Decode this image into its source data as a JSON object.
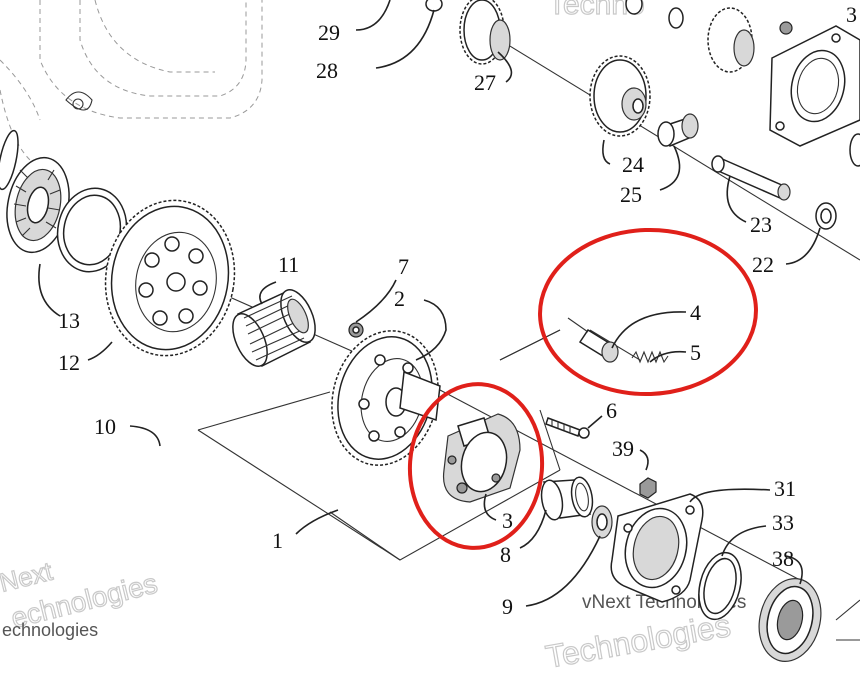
{
  "diagram": {
    "part_labels": {
      "p1": "1",
      "p2": "2",
      "p3": "3",
      "p4": "4",
      "p5": "5",
      "p6": "6",
      "p7": "7",
      "p8": "8",
      "p9": "9",
      "p10": "10",
      "p11": "11",
      "p12": "12",
      "p13": "13",
      "p22": "22",
      "p23": "23",
      "p24": "24",
      "p25": "25",
      "p27": "27",
      "p28": "28",
      "p29": "29",
      "p31": "31",
      "p33": "33",
      "p38": "38",
      "p39": "39",
      "p3top": "3"
    },
    "watermark": {
      "brand_top": "Techno",
      "brand_left_a": "Next",
      "brand_left_b": "echnologies",
      "brand_right_a": "vNext Technologies",
      "brand_right_b": "Technologies"
    },
    "highlight_color": "#e0201a"
  }
}
